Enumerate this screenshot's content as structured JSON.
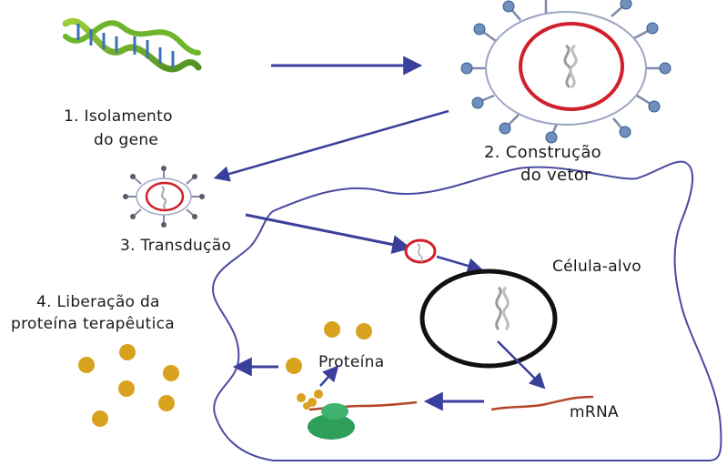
{
  "labels": {
    "step1_line1": "1. Isolamento",
    "step1_line2": "do gene",
    "step2_line1": "2. Construção",
    "step2_line2": "do vetor",
    "step3": "3. Transdução",
    "step4_line1": "4. Liberação da",
    "step4_line2": "proteína terapêutica",
    "target_cell": "Célula-alvo",
    "protein": "Proteína",
    "mrna": "mRNA"
  },
  "colors": {
    "arrow": "#3a3f9b",
    "membrane": "#4a4aa0",
    "vector_ring": "#d0202a",
    "nucleus": "#111111",
    "protein_dot": "#d9a21e",
    "ribosome": "#2e9e5b",
    "mrna_strand": "#b5452a",
    "spike": "#4b73a8"
  }
}
